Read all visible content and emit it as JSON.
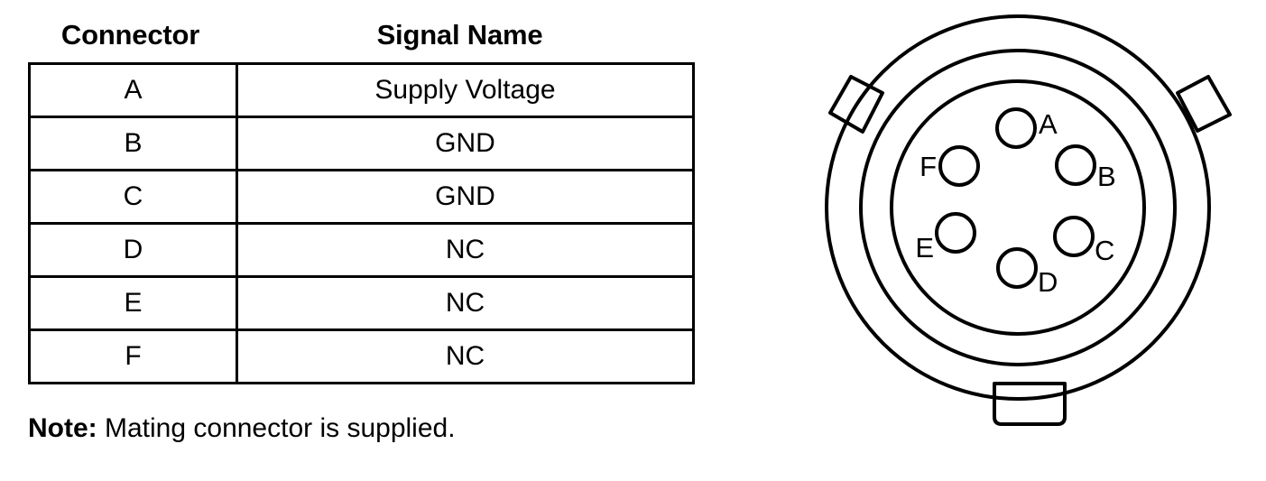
{
  "table": {
    "headers": {
      "connector": "Connector",
      "signal": "Signal Name"
    },
    "rows": [
      {
        "connector": "A",
        "signal": "Supply Voltage"
      },
      {
        "connector": "B",
        "signal": "GND"
      },
      {
        "connector": "C",
        "signal": "GND"
      },
      {
        "connector": "D",
        "signal": "NC"
      },
      {
        "connector": "E",
        "signal": "NC"
      },
      {
        "connector": "F",
        "signal": "NC"
      }
    ]
  },
  "note": {
    "label": "Note:",
    "text": "Mating connector is supplied."
  },
  "connector_diagram": {
    "pins": [
      {
        "id": "A",
        "label": "A"
      },
      {
        "id": "B",
        "label": "B"
      },
      {
        "id": "C",
        "label": "C"
      },
      {
        "id": "D",
        "label": "D"
      },
      {
        "id": "E",
        "label": "E"
      },
      {
        "id": "F",
        "label": "F"
      }
    ],
    "colors": {
      "line": "#000000",
      "fill": "#ffffff"
    }
  }
}
